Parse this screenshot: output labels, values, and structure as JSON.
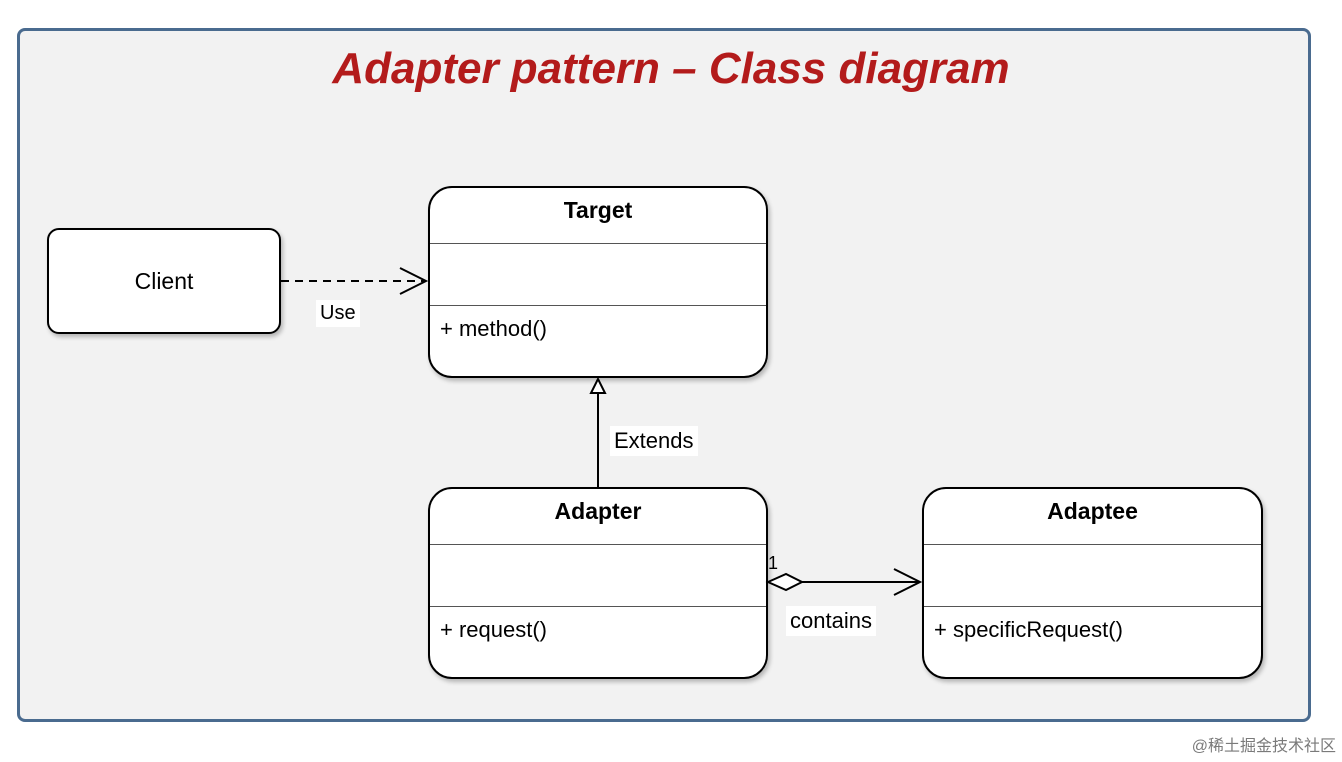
{
  "title": "Adapter pattern – Class diagram",
  "client": {
    "label": "Client"
  },
  "target": {
    "name": "Target",
    "method": "+ method()"
  },
  "adapter": {
    "name": "Adapter",
    "method": "+ request()"
  },
  "adaptee": {
    "name": "Adaptee",
    "method": "+ specificRequest()"
  },
  "relations": {
    "use": "Use",
    "extends": "Extends",
    "contains": "contains",
    "multiplicity": "1"
  },
  "watermark": "@稀土掘金技术社区",
  "colors": {
    "title": "#b31b1b",
    "frame_border": "#4a6b8f",
    "frame_bg": "#f2f2f2"
  }
}
